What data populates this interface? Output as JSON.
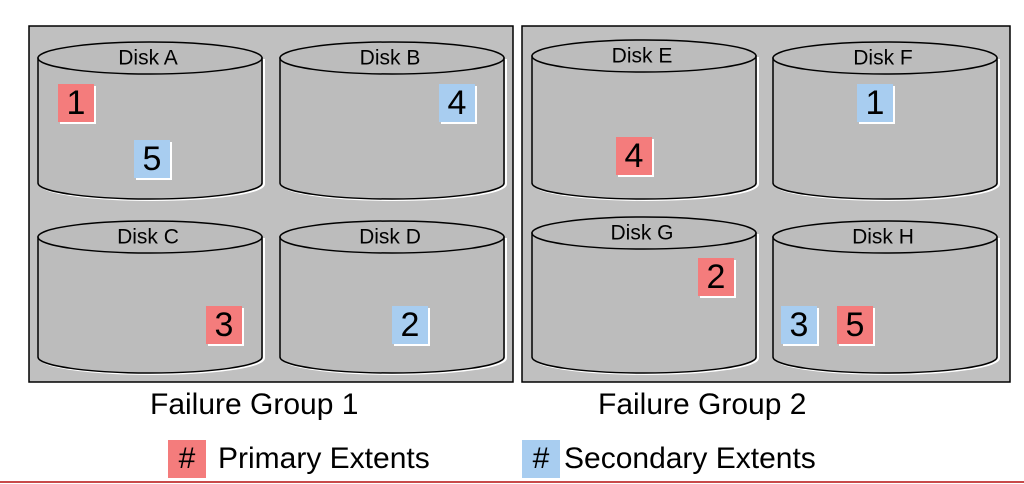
{
  "colors": {
    "primary": "#f47c7c",
    "secondary": "#a8cdf0",
    "panel": "#c0c0c0",
    "disk": "#bcbcbc",
    "stroke": "#000000"
  },
  "failure_groups": [
    {
      "caption": "Failure Group 1",
      "disks": [
        {
          "name": "Disk A",
          "extents": [
            {
              "label": "1",
              "kind": "primary"
            },
            {
              "label": "5",
              "kind": "secondary"
            }
          ]
        },
        {
          "name": "Disk B",
          "extents": [
            {
              "label": "4",
              "kind": "secondary"
            }
          ]
        },
        {
          "name": "Disk C",
          "extents": [
            {
              "label": "3",
              "kind": "primary"
            }
          ]
        },
        {
          "name": "Disk D",
          "extents": [
            {
              "label": "2",
              "kind": "secondary"
            }
          ]
        }
      ]
    },
    {
      "caption": "Failure Group 2",
      "disks": [
        {
          "name": "Disk E",
          "extents": [
            {
              "label": "4",
              "kind": "primary"
            }
          ]
        },
        {
          "name": "Disk F",
          "extents": [
            {
              "label": "1",
              "kind": "secondary"
            }
          ]
        },
        {
          "name": "Disk G",
          "extents": [
            {
              "label": "2",
              "kind": "primary"
            }
          ]
        },
        {
          "name": "Disk H",
          "extents": [
            {
              "label": "3",
              "kind": "secondary"
            },
            {
              "label": "5",
              "kind": "primary"
            }
          ]
        }
      ]
    }
  ],
  "legend": {
    "symbol": "#",
    "primary_label": "Primary Extents",
    "secondary_label": "Secondary Extents"
  }
}
